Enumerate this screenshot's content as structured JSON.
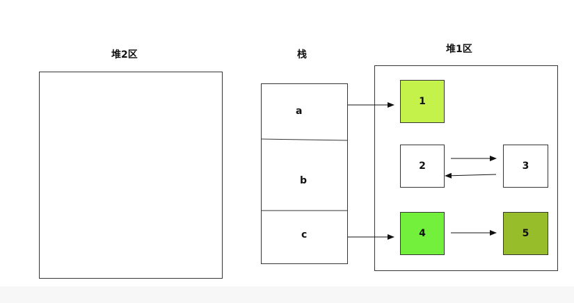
{
  "heap2": {
    "title": "堆2区"
  },
  "stack": {
    "title": "栈",
    "slots": [
      "a",
      "b",
      "c"
    ]
  },
  "heap1": {
    "title": "堆1区",
    "nodes": [
      {
        "label": "1",
        "color": "#c4f24a"
      },
      {
        "label": "2",
        "color": "#ffffff"
      },
      {
        "label": "3",
        "color": "#ffffff"
      },
      {
        "label": "4",
        "color": "#72f03c"
      },
      {
        "label": "5",
        "color": "#98bd2a"
      }
    ]
  }
}
